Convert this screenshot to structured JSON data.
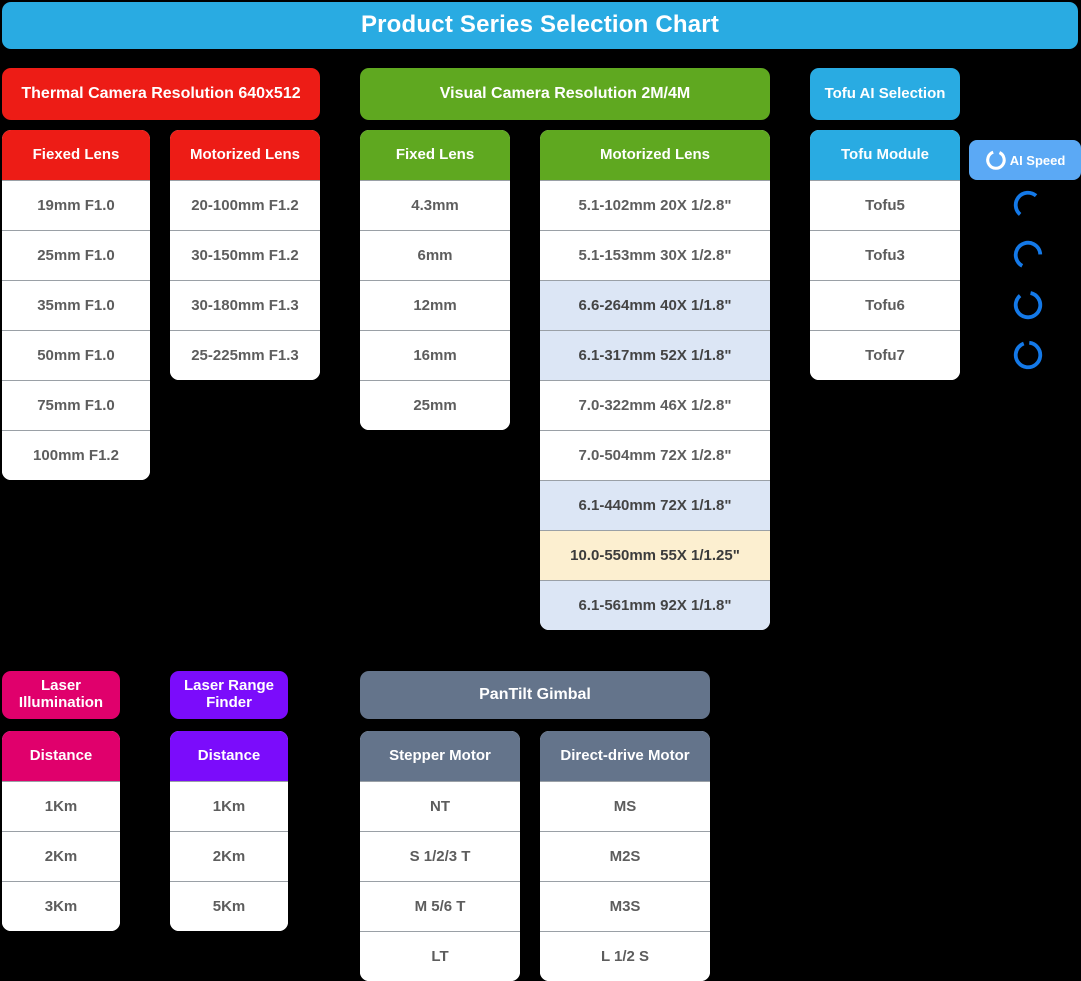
{
  "title": "Product Series Selection Chart",
  "groups": {
    "thermal": {
      "banner": "Thermal Camera  Resolution 640x512",
      "color": "#ED1C16",
      "columns": [
        {
          "header": "Fiexed Lens",
          "rows": [
            {
              "label": "19mm F1.0"
            },
            {
              "label": "25mm F1.0"
            },
            {
              "label": "35mm F1.0"
            },
            {
              "label": "50mm F1.0"
            },
            {
              "label": "75mm F1.0"
            },
            {
              "label": "100mm F1.2"
            }
          ]
        },
        {
          "header": "Motorized Lens",
          "rows": [
            {
              "label": "20-100mm F1.2"
            },
            {
              "label": "30-150mm F1.2"
            },
            {
              "label": "30-180mm F1.3"
            },
            {
              "label": "25-225mm F1.3"
            }
          ]
        }
      ]
    },
    "visual": {
      "banner": "Visual Camera  Resolution 2M/4M",
      "color": "#5FA820",
      "columns": [
        {
          "header": "Fixed Lens",
          "rows": [
            {
              "label": "4.3mm"
            },
            {
              "label": "6mm"
            },
            {
              "label": "12mm"
            },
            {
              "label": "16mm"
            },
            {
              "label": "25mm"
            }
          ]
        },
        {
          "header": "Motorized Lens",
          "rows": [
            {
              "label": "5.1-102mm 20X 1/2.8\"",
              "highlight": "none"
            },
            {
              "label": "5.1-153mm 30X 1/2.8\"",
              "highlight": "none"
            },
            {
              "label": "6.6-264mm 40X 1/1.8\"",
              "highlight": "blue"
            },
            {
              "label": "6.1-317mm 52X 1/1.8\"",
              "highlight": "blue"
            },
            {
              "label": "7.0-322mm 46X 1/2.8\"",
              "highlight": "none"
            },
            {
              "label": "7.0-504mm 72X 1/2.8\"",
              "highlight": "none"
            },
            {
              "label": "6.1-440mm 72X 1/1.8\"",
              "highlight": "blue"
            },
            {
              "label": "10.0-550mm 55X 1/1.25\"",
              "highlight": "yellow"
            },
            {
              "label": "6.1-561mm 92X 1/1.8\"",
              "highlight": "blue"
            }
          ]
        }
      ]
    },
    "tofu": {
      "banner": "Tofu AI Selection",
      "color": "#29ABE2",
      "columns": [
        {
          "header": "Tofu Module",
          "rows": [
            {
              "label": "Tofu5"
            },
            {
              "label": "Tofu3"
            },
            {
              "label": "Tofu6"
            },
            {
              "label": "Tofu7"
            }
          ]
        }
      ]
    },
    "laser_illumination": {
      "banner": "Laser Illumination",
      "color": "#E0006C",
      "columns": [
        {
          "header": "Distance",
          "rows": [
            {
              "label": "1Km"
            },
            {
              "label": "2Km"
            },
            {
              "label": "3Km"
            }
          ]
        }
      ]
    },
    "laser_range_finder": {
      "banner": "Laser Range Finder",
      "color": "#7B0CFB",
      "columns": [
        {
          "header": "Distance",
          "rows": [
            {
              "label": "1Km"
            },
            {
              "label": "2Km"
            },
            {
              "label": "5Km"
            }
          ]
        }
      ]
    },
    "gimbal": {
      "banner": "PanTilt Gimbal",
      "color": "#64748B",
      "columns": [
        {
          "header": "Stepper Motor",
          "rows": [
            {
              "label": "NT"
            },
            {
              "label": "S 1/2/3 T"
            },
            {
              "label": "M 5/6 T"
            },
            {
              "label": "LT"
            }
          ]
        },
        {
          "header": "Direct-drive Motor",
          "rows": [
            {
              "label": "MS"
            },
            {
              "label": "M2S"
            },
            {
              "label": "M3S"
            },
            {
              "label": "L 1/2 S"
            }
          ]
        }
      ]
    }
  },
  "ai_speed": {
    "badge_label": "AI Speed",
    "icon": "speed-arc-icon",
    "color": "#1479E8",
    "badge_color": "#5BA9F5",
    "gauges": [
      {
        "for": "Tofu5",
        "fraction": 0.5
      },
      {
        "for": "Tofu3",
        "fraction": 0.66
      },
      {
        "for": "Tofu6",
        "fraction": 0.85
      },
      {
        "for": "Tofu7",
        "fraction": 0.92
      }
    ]
  },
  "highlight_colors": {
    "blue": "#DCE6F5",
    "yellow": "#FCEFD0"
  }
}
